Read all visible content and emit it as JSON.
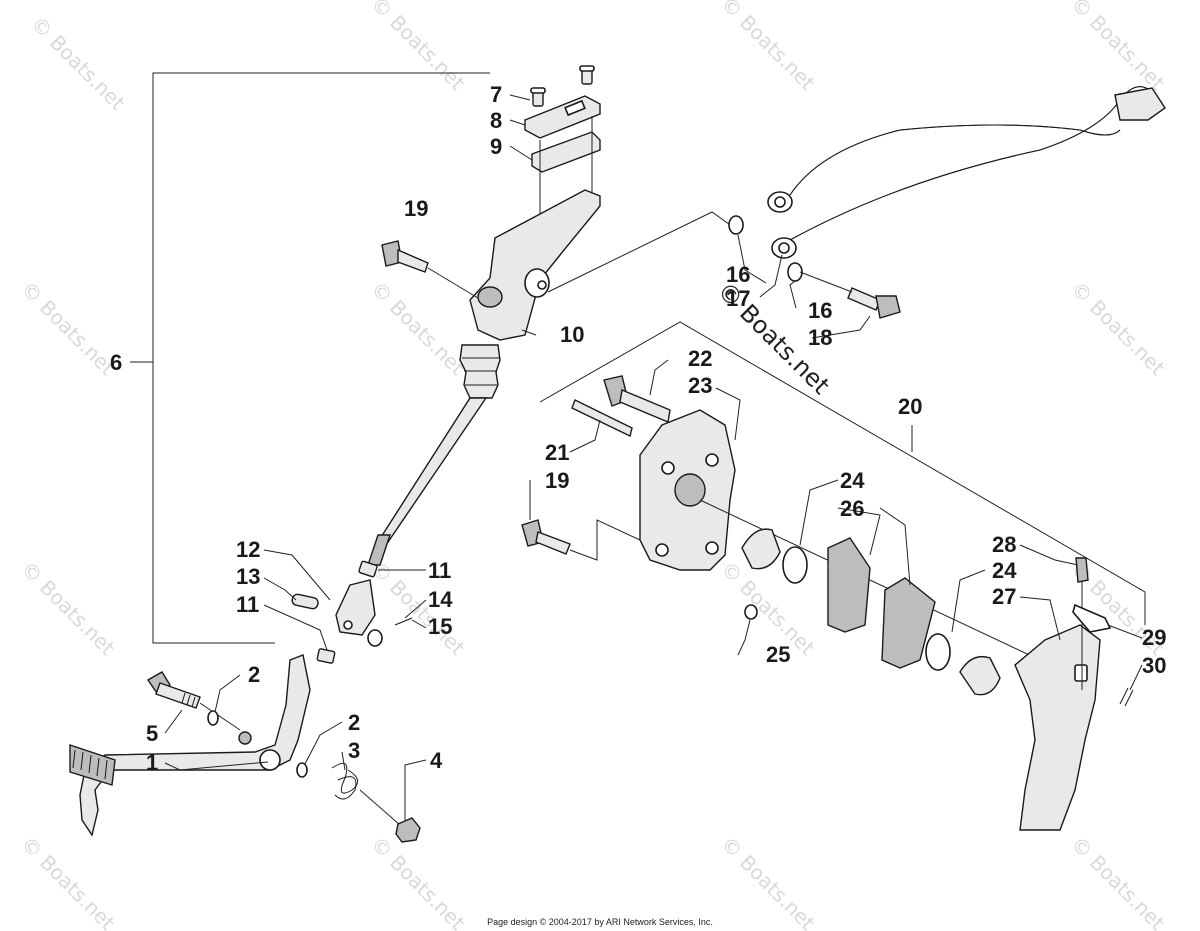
{
  "watermark": "© Boats.net",
  "footer": "Page design © 2004-2017 by ARI Network Services, Inc.",
  "callouts": {
    "c1": "1",
    "c2a": "2",
    "c2b": "2",
    "c3": "3",
    "c4": "4",
    "c5": "5",
    "c6": "6",
    "c7": "7",
    "c8": "8",
    "c9": "9",
    "c10": "10",
    "c11a": "11",
    "c11b": "11",
    "c12": "12",
    "c13": "13",
    "c14": "14",
    "c15": "15",
    "c16a": "16",
    "c16b": "16",
    "c17": "17",
    "c18": "18",
    "c19a": "19",
    "c19b": "19",
    "c20": "20",
    "c21": "21",
    "c22": "22",
    "c23": "23",
    "c24a": "24",
    "c24b": "24",
    "c25": "25",
    "c26": "26",
    "c27": "27",
    "c28": "28",
    "c29": "29",
    "c30": "30"
  }
}
